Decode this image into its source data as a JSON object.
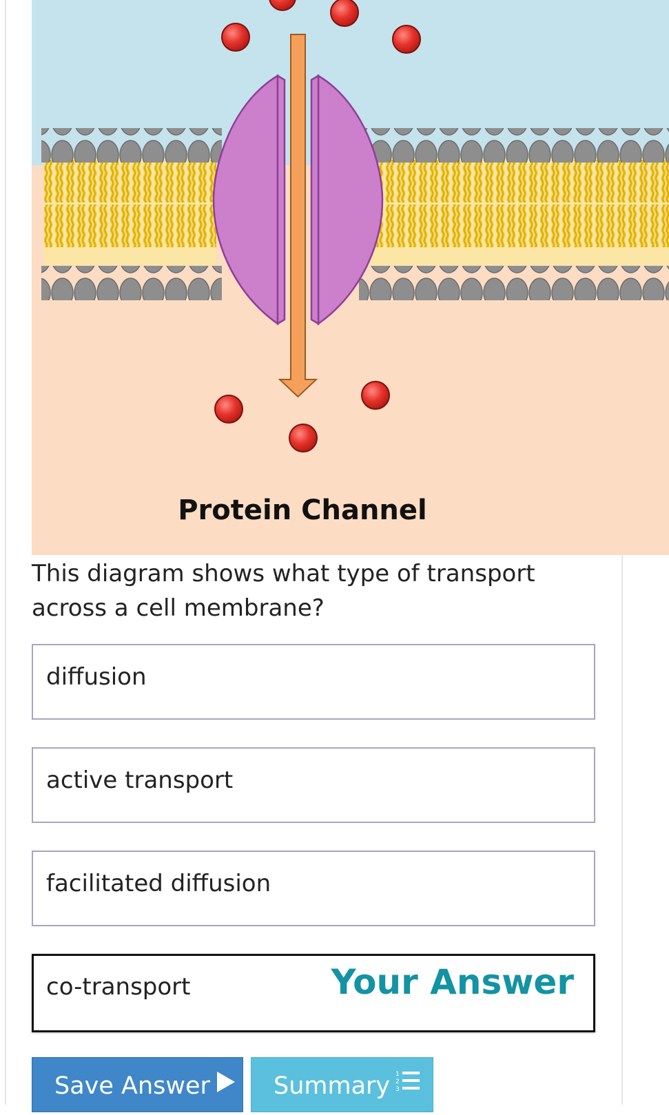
{
  "diagram": {
    "caption": "Protein Channel",
    "colors": {
      "outside": "#c4e3ec",
      "inside": "#fcdcc3",
      "tails": "#f2c51e",
      "heads": "#8e8e8e",
      "protein": "#cc7fcb",
      "arrow": "#f4a05b",
      "particle": "#e6332c"
    }
  },
  "question": {
    "text": "This diagram shows what type of transport across a cell membrane?"
  },
  "options": [
    {
      "label": "diffusion"
    },
    {
      "label": "active transport"
    },
    {
      "label": "facilitated diffusion"
    },
    {
      "label": "co-transport",
      "badge": "Your Answer"
    }
  ],
  "buttons": {
    "save": {
      "label": "Save Answer",
      "icon": "play-arrow-icon",
      "color": "#3f87c8"
    },
    "summary": {
      "label": "Summary",
      "icon": "numbered-list-icon",
      "color": "#5bc0de"
    }
  },
  "colors": {
    "accent": "#1393a3",
    "option_border": "#a6a6bc",
    "selected_border": "#111111"
  }
}
